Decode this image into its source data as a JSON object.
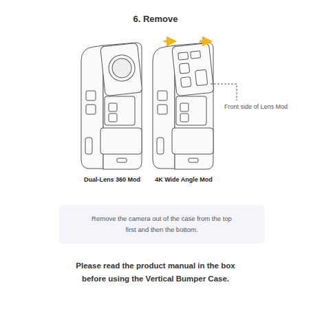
{
  "diagram": {
    "title": "6. Remove",
    "caption": "Please read the product manual in the box before using the Vertical Bumper Case.",
    "nodes": [
      {
        "text": [
          "Remove the camera out of the case from the top first and then the bottom."
        ]
      }
    ],
    "labels": [
      "Dual-Lens 360 Mod",
      "4K Wide Angle Mod",
      "Front side of Lens Mod"
    ]
  }
}
